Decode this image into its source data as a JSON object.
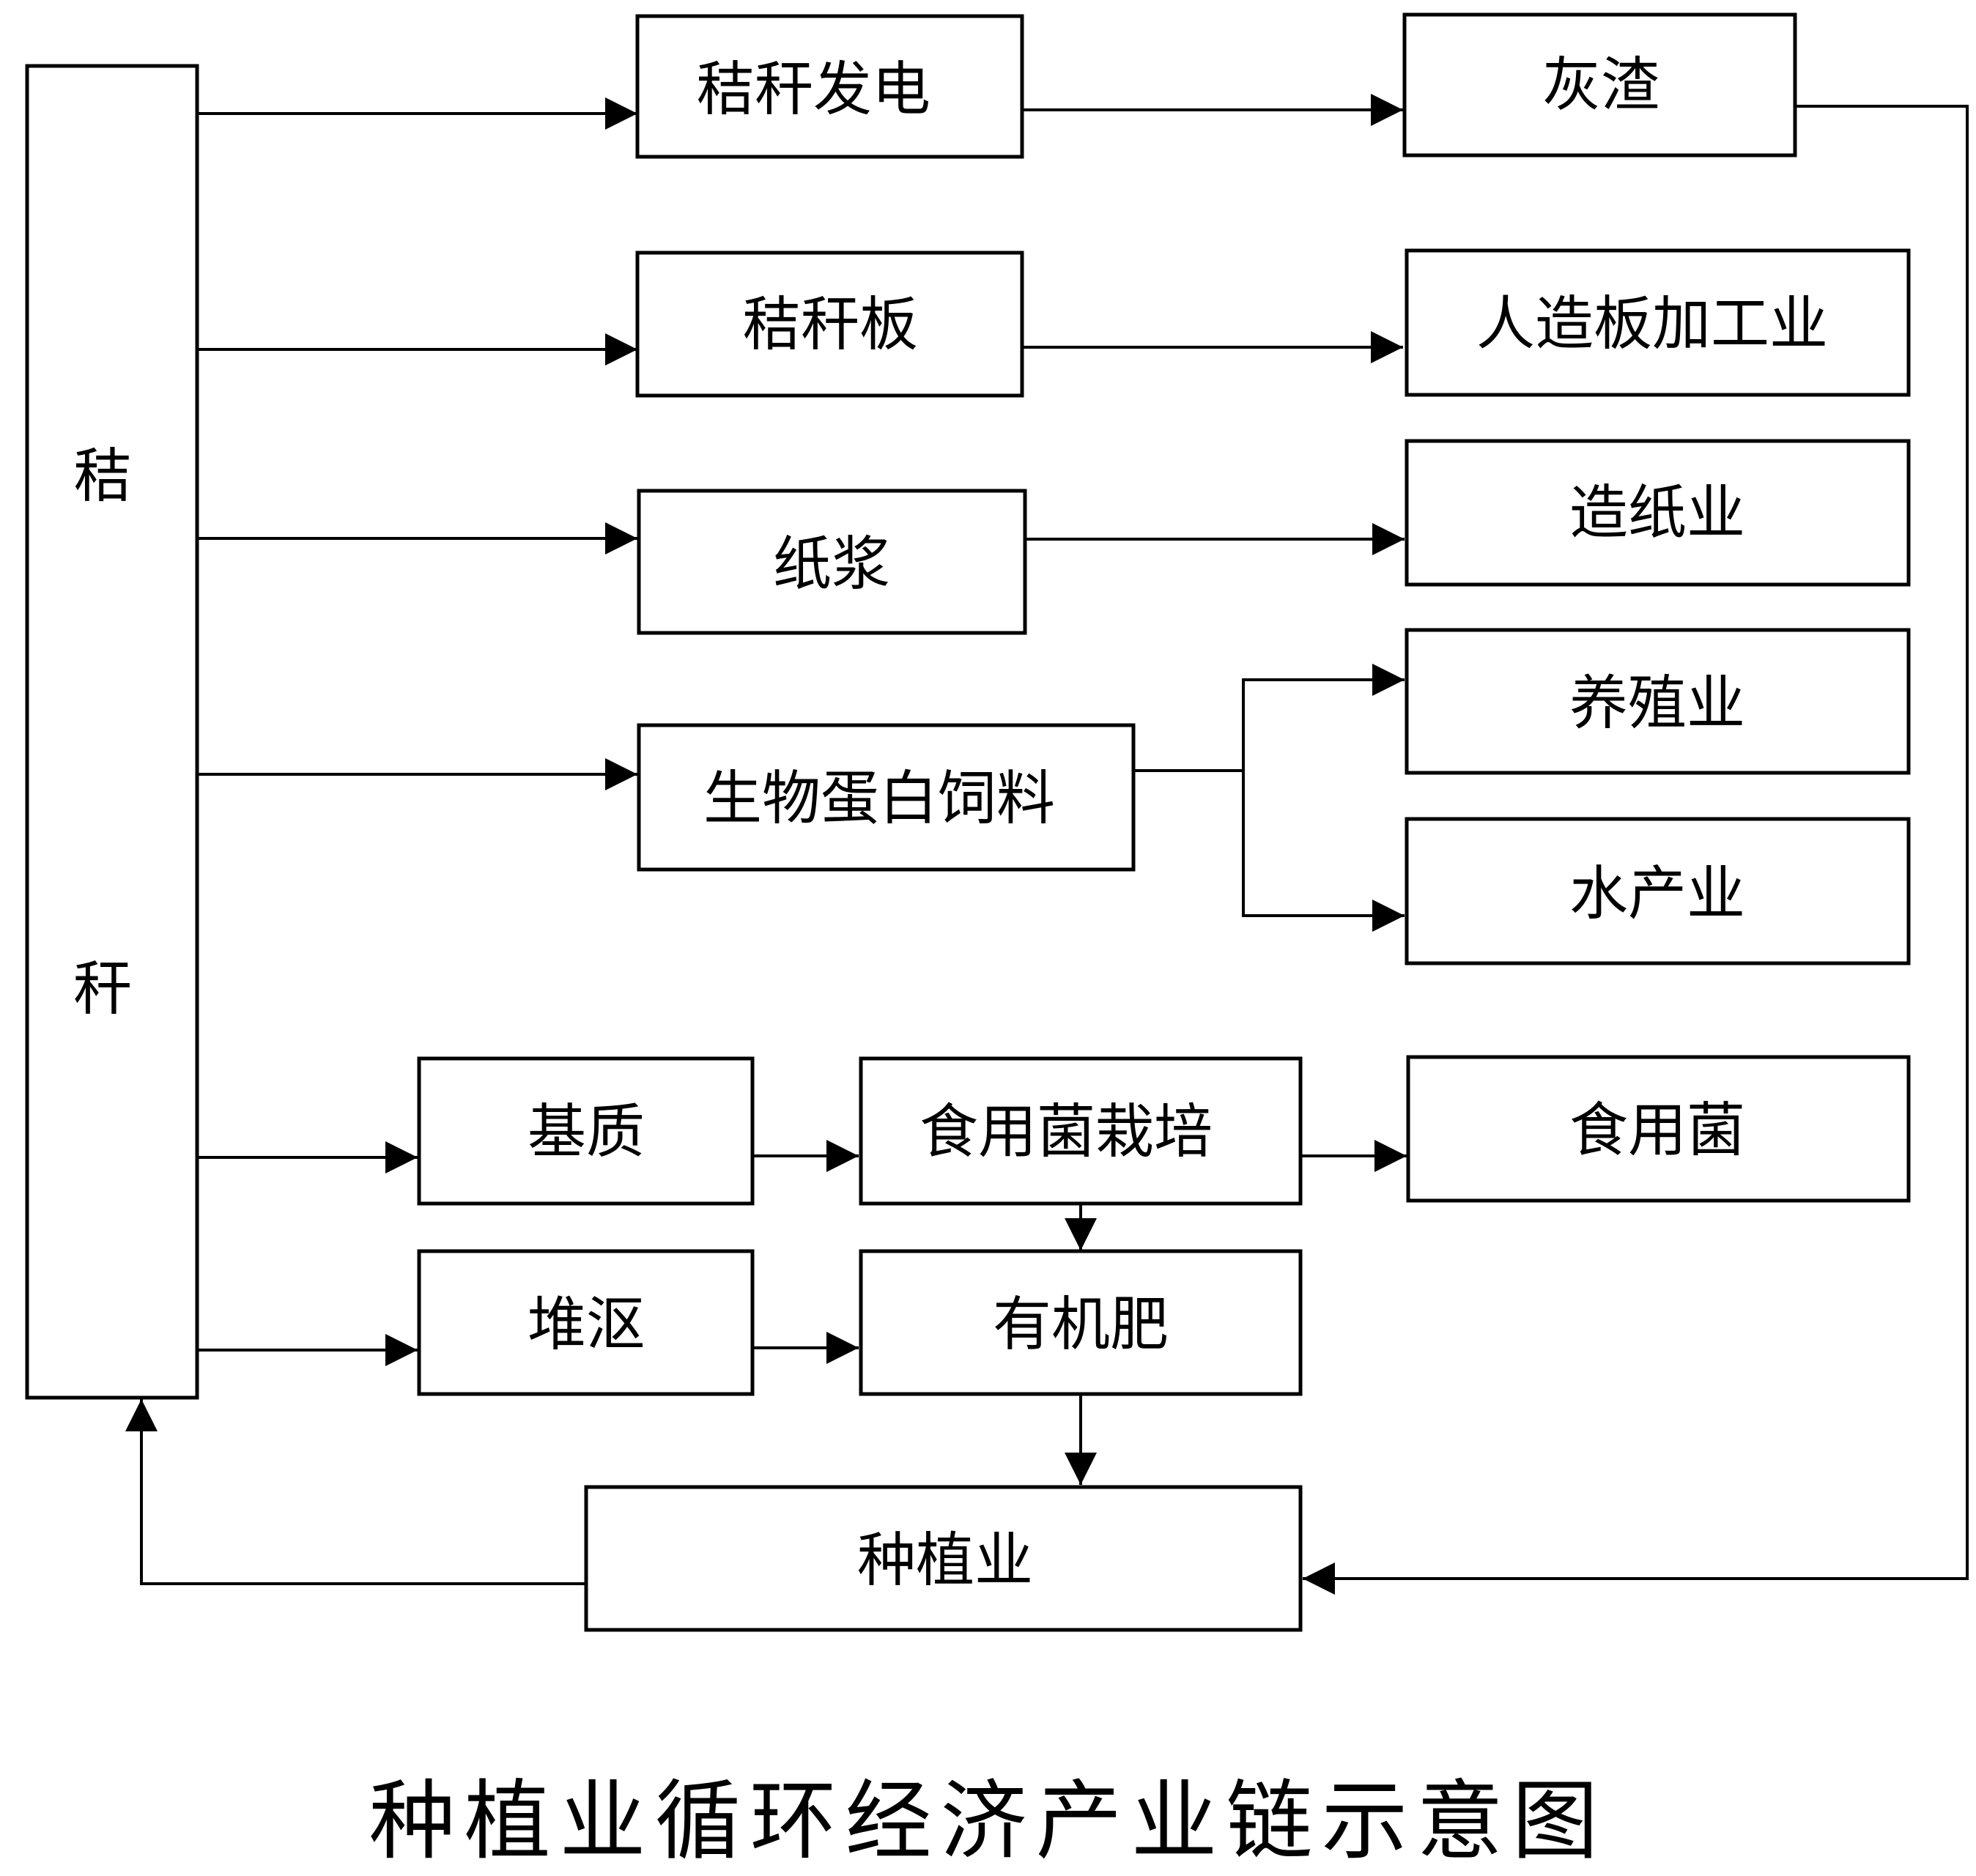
{
  "diagram": {
    "caption": "种植业循环经济产业链示意图",
    "straw_box": {
      "char1": "秸",
      "char2": "秆"
    },
    "nodes": {
      "straw_power": "秸秆发电",
      "ash": "灰渣",
      "straw_board": "秸秆板",
      "board_industry": "人造板加工业",
      "pulp": "纸浆",
      "paper_industry": "造纸业",
      "bio_feed": "生物蛋白饲料",
      "livestock": "养殖业",
      "aquaculture": "水产业",
      "substrate": "基质",
      "mushroom_cultivation": "食用菌栽培",
      "mushroom": "食用菌",
      "compost": "堆沤",
      "organic_fertilizer": "有机肥",
      "planting": "种植业"
    }
  }
}
